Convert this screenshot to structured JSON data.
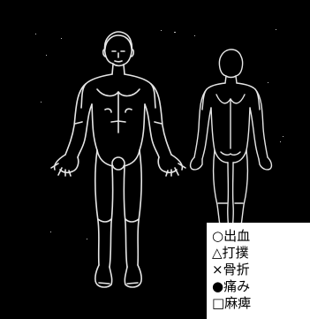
{
  "legend": {
    "items": [
      {
        "text": "○出血"
      },
      {
        "text": "△打撲"
      },
      {
        "text": "×骨折"
      },
      {
        "text": "●痛み"
      },
      {
        "text": "□麻痺"
      }
    ]
  },
  "colors": {
    "background": "#000000",
    "outline": "#e8e8e8",
    "legend_bg": "#ffffff",
    "legend_text": "#000000"
  }
}
